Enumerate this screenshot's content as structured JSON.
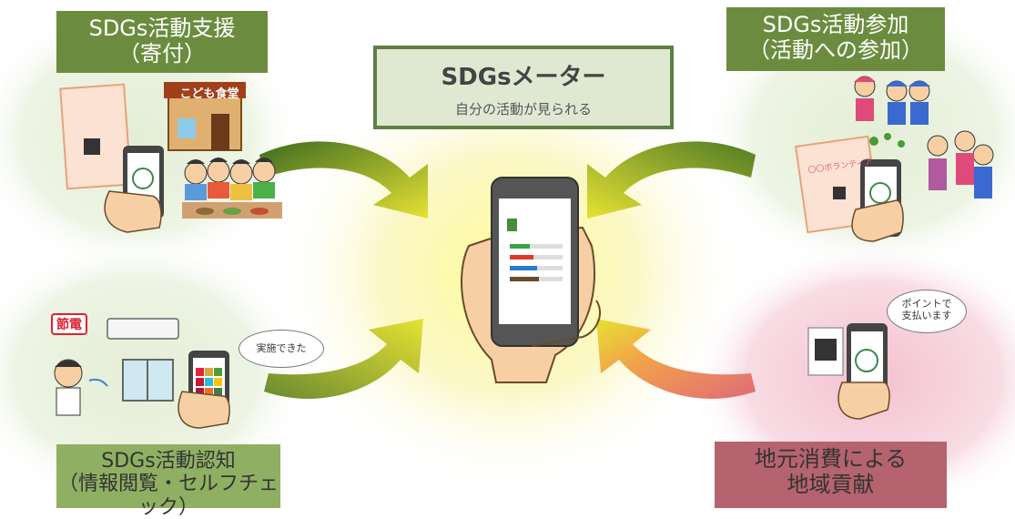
{
  "meter": {
    "title": "SDGsメーター",
    "subtitle": "自分の活動が見られる"
  },
  "top_left": {
    "line1": "SDGs活動支援",
    "line2": "（寄付）"
  },
  "top_right": {
    "line1": "SDGs活動参加",
    "line2": "（活動への参加）"
  },
  "bottom_left": {
    "line1": "SDGs活動認知",
    "line2": "（情報閲覧・セルフチェック）"
  },
  "bottom_right": {
    "line1": "地元消費による",
    "line2": "地域貢献"
  },
  "shop_sign": "こども食堂",
  "flyer_right": "〇〇ボランティア",
  "power_badge": "節電",
  "bubble_left": "実施できた",
  "bubble_right": {
    "line1": "ポイントで",
    "line2": "支払います"
  },
  "colors": {
    "green_label": "#6b8c3e",
    "pink_label": "#b5636e",
    "meter_border": "#5f7f45",
    "meter_bg": "#dfe9d2"
  }
}
